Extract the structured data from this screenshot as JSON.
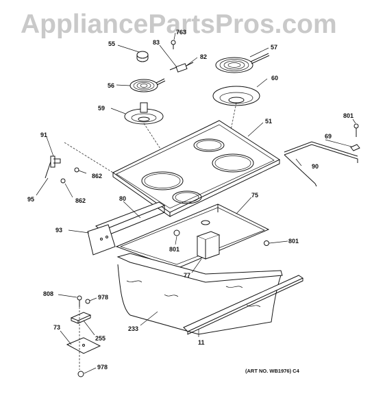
{
  "watermark": "AppliancePartsPros.com",
  "art_no": "(ART NO. WB1976) C4",
  "callouts": {
    "c55": "55",
    "c763": "763",
    "c83": "83",
    "c82": "82",
    "c57": "57",
    "c56": "56",
    "c60": "60",
    "c59": "59",
    "c51": "51",
    "c801a": "801",
    "c69": "69",
    "c91": "91",
    "c862a": "862",
    "c90": "90",
    "c95": "95",
    "c862b": "862",
    "c80": "80",
    "c75": "75",
    "c93": "93",
    "c801b": "801",
    "c801c": "801",
    "c77": "77",
    "c808": "808",
    "c978a": "978",
    "c233": "233",
    "c73": "73",
    "c255": "255",
    "c11": "11",
    "c978b": "978"
  }
}
